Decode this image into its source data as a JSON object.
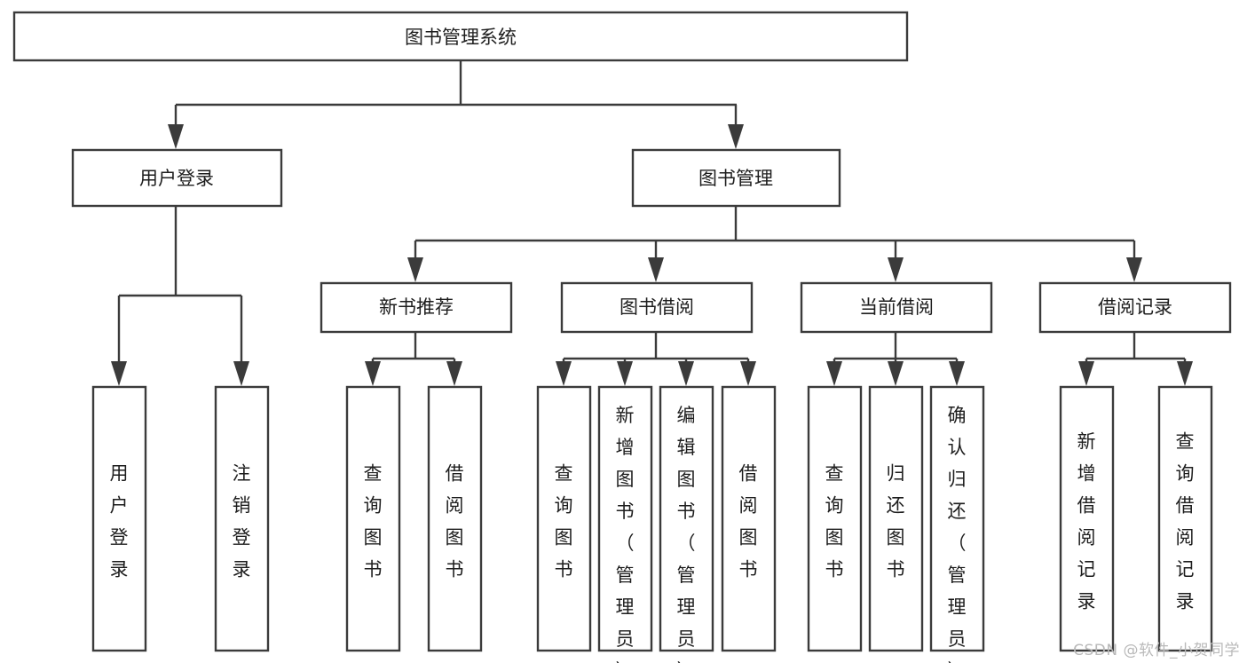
{
  "diagram": {
    "type": "tree",
    "title": "图书管理系统",
    "orientation": "top-down",
    "colors": {
      "box_stroke": "#3b3b3b",
      "box_fill": "#ffffff",
      "connector": "#3b3b3b",
      "label": "#1d1d1d",
      "background": "#ffffff",
      "watermark": "#b9b9b9"
    },
    "root": {
      "label": "图书管理系统"
    },
    "level2": [
      {
        "label": "用户登录"
      },
      {
        "label": "图书管理"
      }
    ],
    "level3": [
      {
        "label": "新书推荐"
      },
      {
        "label": "图书借阅"
      },
      {
        "label": "当前借阅"
      },
      {
        "label": "借阅记录"
      }
    ],
    "leaves": [
      {
        "label": "用户登录",
        "parent": "用户登录"
      },
      {
        "label": "注销登录",
        "parent": "用户登录"
      },
      {
        "label": "查询图书",
        "parent": "新书推荐"
      },
      {
        "label": "借阅图书",
        "parent": "新书推荐"
      },
      {
        "label": "查询图书",
        "parent": "图书借阅"
      },
      {
        "label": "新增图书（管理员）",
        "parent": "图书借阅"
      },
      {
        "label": "编辑图书（管理员）",
        "parent": "图书借阅"
      },
      {
        "label": "借阅图书",
        "parent": "图书借阅"
      },
      {
        "label": "查询图书",
        "parent": "当前借阅"
      },
      {
        "label": "归还图书",
        "parent": "当前借阅"
      },
      {
        "label": "确认归还（管理员）",
        "parent": "当前借阅"
      },
      {
        "label": "新增借阅记录",
        "parent": "借阅记录"
      },
      {
        "label": "查询借阅记录",
        "parent": "借阅记录"
      }
    ],
    "edges": [
      {
        "from": "图书管理系统",
        "to": "用户登录"
      },
      {
        "from": "图书管理系统",
        "to": "图书管理"
      },
      {
        "from": "用户登录",
        "to": "用户登录"
      },
      {
        "from": "用户登录",
        "to": "注销登录"
      },
      {
        "from": "图书管理",
        "to": "新书推荐"
      },
      {
        "from": "图书管理",
        "to": "图书借阅"
      },
      {
        "from": "图书管理",
        "to": "当前借阅"
      },
      {
        "from": "图书管理",
        "to": "借阅记录"
      },
      {
        "from": "新书推荐",
        "to": "查询图书"
      },
      {
        "from": "新书推荐",
        "to": "借阅图书"
      },
      {
        "from": "图书借阅",
        "to": "查询图书"
      },
      {
        "from": "图书借阅",
        "to": "新增图书（管理员）"
      },
      {
        "from": "图书借阅",
        "to": "编辑图书（管理员）"
      },
      {
        "from": "图书借阅",
        "to": "借阅图书"
      },
      {
        "from": "当前借阅",
        "to": "查询图书"
      },
      {
        "from": "当前借阅",
        "to": "归还图书"
      },
      {
        "from": "当前借阅",
        "to": "确认归还（管理员）"
      },
      {
        "from": "借阅记录",
        "to": "新增借阅记录"
      },
      {
        "from": "借阅记录",
        "to": "查询借阅记录"
      }
    ]
  },
  "watermark": {
    "text": "CSDN @软件_小贺同学"
  }
}
